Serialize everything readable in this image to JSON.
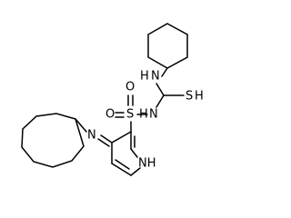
{
  "molecule": {
    "atom_labels": {
      "cyclohexyl_amine_n": "N",
      "thiourea_n": "N",
      "thione_s": "S",
      "sulfonyl_s": "S",
      "sulfonyl_o": "O",
      "imine_n": "N",
      "pyridine_nh": "NH",
      "hydrogen_amine": "H",
      "hydrogen_sulfonamide": "H",
      "hydrogen_thiol": "H"
    },
    "label_color": "#000000",
    "bond_color": "#000000"
  }
}
